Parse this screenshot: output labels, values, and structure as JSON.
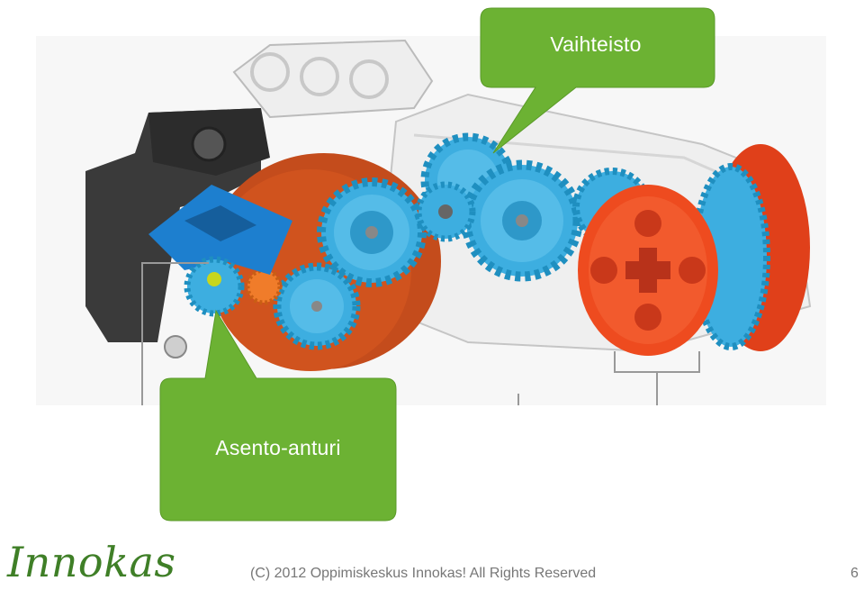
{
  "callouts": {
    "gearbox": "Vaihteisto",
    "position_sensor": "Asento-anturi"
  },
  "footer": {
    "logo_text": "Innokas",
    "copyright": "(C) 2012 Oppimiskeskus Innokas! All Rights Reserved",
    "slide_number": "6"
  },
  "colors": {
    "callout_green": "#6cb233",
    "logo_green": "#3f7f27",
    "gear_blue": "#3daee0",
    "motor_orange": "#d0531e",
    "hub_red": "#ee4b1f",
    "housing_dark": "#3a3a3a",
    "sensor_blue": "#1d7fcf"
  }
}
